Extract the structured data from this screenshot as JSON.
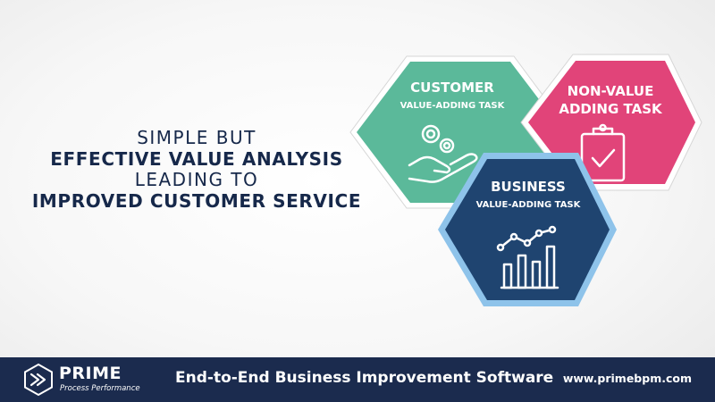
{
  "headline": {
    "line1": "SIMPLE BUT",
    "line2": "EFFECTIVE VALUE ANALYSIS",
    "line3": "LEADING TO",
    "line4": "IMPROVED CUSTOMER SERVICE"
  },
  "hexagons": {
    "customer": {
      "title": "CUSTOMER",
      "subtitle": "VALUE-ADDING TASK",
      "color": "#5bb99a",
      "icon": "hand-coins-icon"
    },
    "non_value": {
      "title_line1": "NON-VALUE",
      "title_line2": "ADDING TASK",
      "color": "#e14479",
      "icon": "clipboard-check-icon"
    },
    "business": {
      "title": "BUSINESS",
      "subtitle": "VALUE-ADDING TASK",
      "color": "#1f4470",
      "icon": "bar-chart-trend-icon"
    }
  },
  "footer": {
    "brand": "PRIME",
    "brand_sub": "Process Performance",
    "tagline": "End-to-End Business Improvement Software",
    "website": "www.primebpm.com",
    "background": "#1b2b4e"
  }
}
